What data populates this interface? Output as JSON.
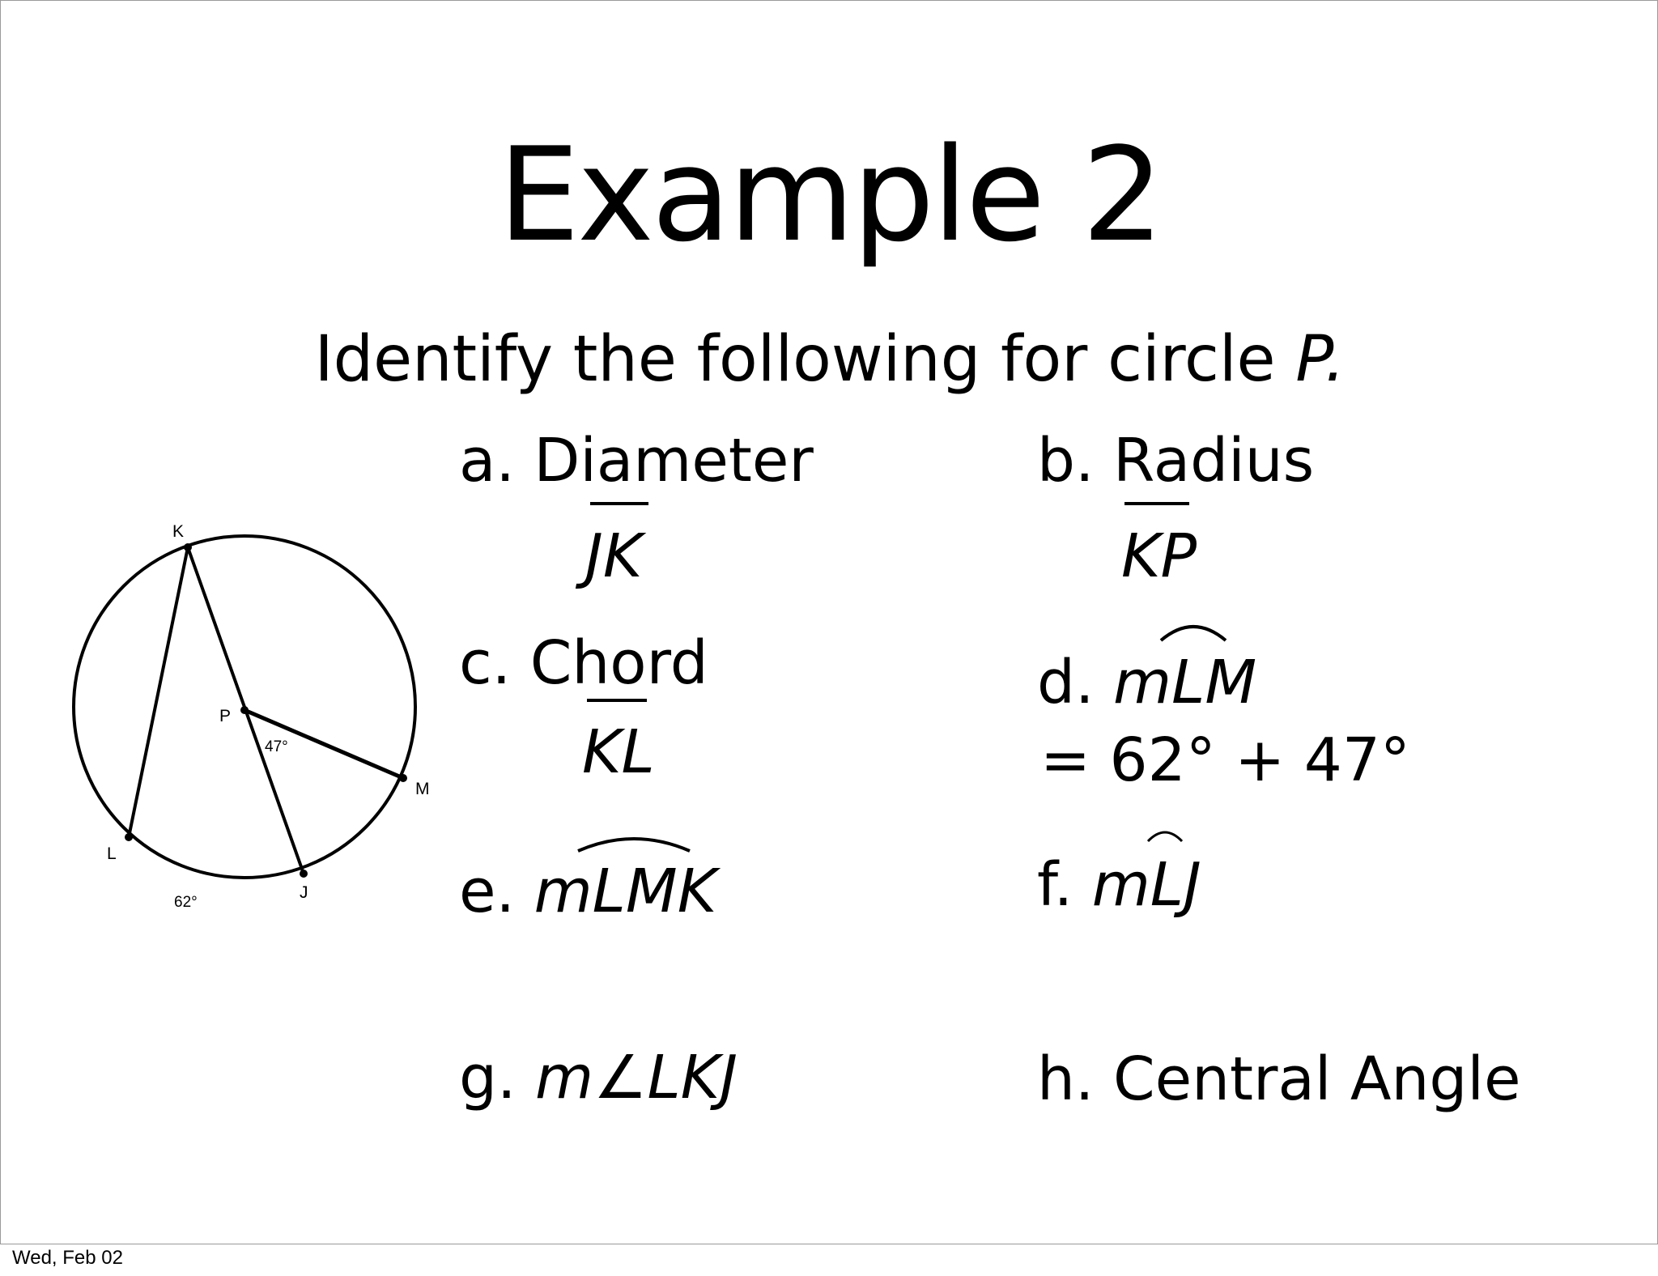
{
  "slide": {
    "title": "Example 2",
    "subtitle_prefix": "Identify the following for circle ",
    "subtitle_var": "P."
  },
  "figure": {
    "point_labels": {
      "k": "K",
      "p": "P",
      "m": "M",
      "l": "L",
      "j": "J"
    },
    "angle_label": "47°",
    "arc_label": "62°"
  },
  "items": {
    "a": {
      "label": "a. Diameter",
      "answer": "JK"
    },
    "b": {
      "label": "b. Radius",
      "answer": "KP"
    },
    "c": {
      "label": "c. Chord",
      "answer": "KL"
    },
    "d": {
      "prefix": "d. ",
      "var": "mLM",
      "work": "= 62° + 47°"
    },
    "e": {
      "prefix": "e. ",
      "var": "mLMK"
    },
    "f": {
      "prefix": "f. ",
      "var": "mLJ"
    },
    "g": {
      "prefix": "g. ",
      "var": "m∠LKJ"
    },
    "h": {
      "label": "h. Central Angle"
    }
  },
  "footer": {
    "date": "Wed, Feb 02"
  }
}
